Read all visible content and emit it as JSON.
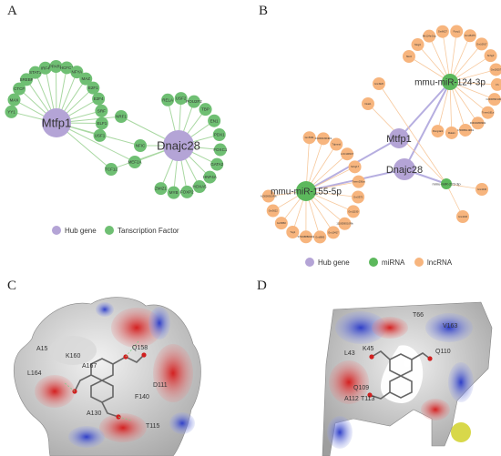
{
  "panels": {
    "a": {
      "letter": "A",
      "hubs": [
        "Mtfp1",
        "Dnajc28"
      ],
      "tf_mtfp1": [
        "YY1",
        "MAX",
        "CTCF",
        "SREBF",
        "STAT3",
        "IRF4",
        "PPARG",
        "HCFC1",
        "NFYA",
        "MAZ",
        "E2F1",
        "E2F4",
        "SRF",
        "ELF1",
        "USF1"
      ],
      "tf_shared": [
        "NRF1",
        "NFIC",
        "TCF12",
        "MEF2A"
      ],
      "tf_dnajc28": [
        "RELA",
        "USF2",
        "POU2F2",
        "TBP",
        "EN1",
        "PDX1",
        "FOXC1",
        "GATA2",
        "HNF4A",
        "HOXA5",
        "FOXP2",
        "MYB",
        "ZMIZ1"
      ],
      "legend": {
        "hub": "Hub gene",
        "tf": "Tanscription Factor"
      }
    },
    "b": {
      "letter": "B",
      "hubs": [
        "Mtfp1",
        "Dnajc28"
      ],
      "mirnas": [
        "mmu-miR-124-3p",
        "mmu-miR-155-5p",
        "mmu-miR-223-3p"
      ],
      "lnc_124": [
        "Mei4",
        "Meg3",
        "Mir124a-1hg",
        "Gm6627",
        "Foxp1",
        "Gm45475",
        "Gm10917",
        "Snhg3",
        "Gm28257",
        "Fh",
        "C230089F13Rik",
        "Tmem161a",
        "4930448I06Rik",
        "1700086L19Rik",
        "Malat1",
        "Xlong1a/1"
      ],
      "lnc_155": [
        "Gm5091",
        "2310001N04Rik",
        "Tdpmnd",
        "LOC108167",
        "Snhg17",
        "Tmem256os",
        "Gm3375",
        "Gm11190",
        "1110059G10Rik",
        "Gm10417",
        "Gm8890",
        "5730488B01Rik",
        "Tug1",
        "Gm5860",
        "Gm3622",
        "A130093I19Rik"
      ],
      "lnc_223": [
        "Gm4926",
        "Neat1",
        "Gm4446"
      ],
      "legend": {
        "hub": "Hub gene",
        "mirna": "miRNA",
        "lnc": "lncRNA"
      }
    },
    "c": {
      "letter": "C",
      "residues": [
        "A15",
        "K160",
        "L164",
        "A167",
        "Q158",
        "F140",
        "D111",
        "T115",
        "A130"
      ]
    },
    "d": {
      "letter": "D",
      "residues": [
        "T66",
        "V163",
        "K45",
        "L43",
        "Q109",
        "T113",
        "A112",
        "Q110"
      ]
    }
  },
  "colors": {
    "hub": "#b4a4d6",
    "tf": "#6fbf73",
    "mirna": "#5cb85c",
    "lnc": "#f7b57e",
    "edge_a": "#a9d8a2",
    "edge_b": "#f7c89c",
    "edge_b_hub": "#b6aee0"
  }
}
